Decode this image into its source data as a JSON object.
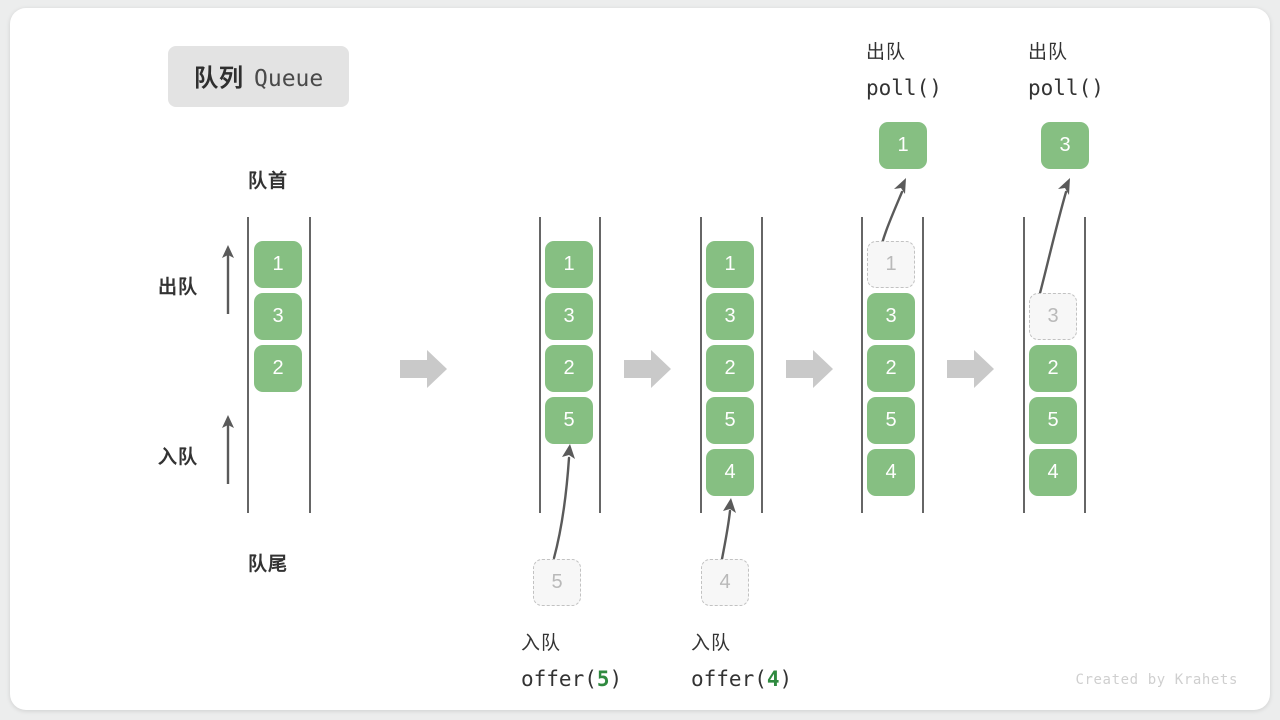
{
  "title": {
    "cn": "队列",
    "en": "Queue"
  },
  "labels": {
    "head": "队首",
    "tail": "队尾",
    "dequeue": "出队",
    "enqueue": "入队"
  },
  "colors": {
    "element_fill": "#86bf82",
    "element_text": "#ffffff",
    "ghost_fill": "#f7f7f7",
    "ghost_border": "#c2c2c2",
    "ghost_text": "#b9b9b9",
    "rail": "#4b4b4b",
    "flow_arrow": "#c9c9c9",
    "code_accent": "#2f8a3f",
    "chip_bg": "#e3e3e3"
  },
  "stages": [
    {
      "id": "initial",
      "cells": [
        {
          "value": "1",
          "state": "filled"
        },
        {
          "value": "3",
          "state": "filled"
        },
        {
          "value": "2",
          "state": "filled"
        }
      ]
    },
    {
      "id": "after-offer-5",
      "cells": [
        {
          "value": "1",
          "state": "filled"
        },
        {
          "value": "3",
          "state": "filled"
        },
        {
          "value": "2",
          "state": "filled"
        },
        {
          "value": "5",
          "state": "filled"
        }
      ],
      "incoming": {
        "value": "5",
        "state": "ghost"
      },
      "caption": {
        "cn": "入队",
        "fn": "offer(",
        "arg": "5",
        "close": ")"
      }
    },
    {
      "id": "after-offer-4",
      "cells": [
        {
          "value": "1",
          "state": "filled"
        },
        {
          "value": "3",
          "state": "filled"
        },
        {
          "value": "2",
          "state": "filled"
        },
        {
          "value": "5",
          "state": "filled"
        },
        {
          "value": "4",
          "state": "filled"
        }
      ],
      "incoming": {
        "value": "4",
        "state": "ghost"
      },
      "caption": {
        "cn": "入队",
        "fn": "offer(",
        "arg": "4",
        "close": ")"
      }
    },
    {
      "id": "after-poll-1",
      "cells": [
        {
          "value": "1",
          "state": "ghost"
        },
        {
          "value": "3",
          "state": "filled"
        },
        {
          "value": "2",
          "state": "filled"
        },
        {
          "value": "5",
          "state": "filled"
        },
        {
          "value": "4",
          "state": "filled"
        }
      ],
      "outgoing": {
        "value": "1",
        "state": "out"
      },
      "caption": {
        "cn": "出队",
        "fn": "poll()"
      }
    },
    {
      "id": "after-poll-3",
      "cells": [
        {
          "value": "",
          "state": "empty"
        },
        {
          "value": "3",
          "state": "ghost"
        },
        {
          "value": "2",
          "state": "filled"
        },
        {
          "value": "5",
          "state": "filled"
        },
        {
          "value": "4",
          "state": "filled"
        }
      ],
      "outgoing": {
        "value": "3",
        "state": "out"
      },
      "caption": {
        "cn": "出队",
        "fn": "poll()"
      }
    }
  ],
  "flow_arrows": [
    "flow-1",
    "flow-2",
    "flow-3",
    "flow-4"
  ],
  "signature": "Created by Krahets"
}
